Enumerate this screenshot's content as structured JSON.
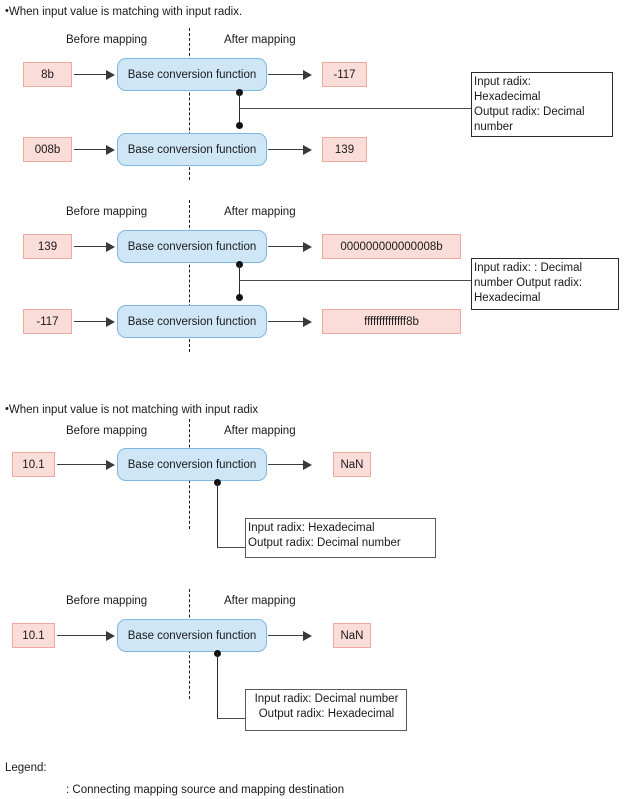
{
  "sections": [
    {
      "heading": "When input value is matching with input radix.",
      "captions": {
        "before": "Before mapping",
        "after": "After mapping"
      },
      "rows": [
        {
          "input": "8b",
          "func": "Base conversion function",
          "output": "-117"
        },
        {
          "input": "008b",
          "func": "Base conversion function",
          "output": "139"
        }
      ],
      "note": {
        "lines": [
          "Input radix:",
          "Hexadecimal",
          "Output radix: Decimal",
          "number"
        ]
      }
    },
    {
      "heading": "",
      "captions": {
        "before": "Before mapping",
        "after": "After mapping"
      },
      "rows": [
        {
          "input": "139",
          "func": "Base conversion function",
          "output": "000000000000008b"
        },
        {
          "input": "-117",
          "func": "Base conversion function",
          "output": "ffffffffffffff8b"
        }
      ],
      "note": {
        "lines": [
          "Input radix: :  Decimal",
          "number Output radix:",
          "Hexadecimal"
        ]
      }
    },
    {
      "heading": "When input value is not matching with input radix",
      "captions": {
        "before": "Before mapping",
        "after": "After mapping"
      },
      "rows": [
        {
          "input": "10.1",
          "func": "Base conversion function",
          "output": "NaN"
        }
      ],
      "note": {
        "lines": [
          "Input radix: Hexadecimal",
          "Output radix: Decimal number"
        ]
      }
    },
    {
      "heading": "",
      "captions": {
        "before": "Before mapping",
        "after": "After mapping"
      },
      "rows": [
        {
          "input": "10.1",
          "func": "Base conversion function",
          "output": "NaN"
        }
      ],
      "note": {
        "lines": [
          "Input radix: Decimal number",
          "Output radix: Hexadecimal"
        ]
      }
    }
  ],
  "legend": {
    "title": "Legend:",
    "items": [
      {
        "text": ": Connecting mapping source and mapping destination"
      }
    ]
  },
  "colors": {
    "value_box_fill": "#fadcd9",
    "value_box_border": "#f0a8a0",
    "func_box_fill": "#cfe6f7",
    "func_box_border": "#7eb8e0",
    "arrow": "#3a3a3a",
    "note_border": "#2b2b2b",
    "note_border_thick": "#5a5a5a"
  }
}
